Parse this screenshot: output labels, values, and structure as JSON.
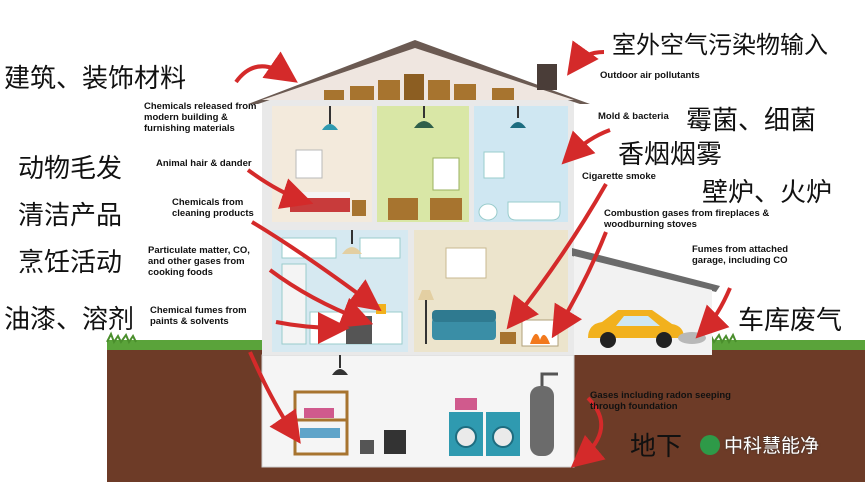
{
  "labels_cn": {
    "building": "建筑、装饰材料",
    "outdoor": "室外空气污染物输入",
    "animal": "动物毛发",
    "mold": "霉菌、细菌",
    "smoke": "香烟烟雾",
    "cleaning": "清洁产品",
    "fireplace": "壁炉、火炉",
    "cooking": "烹饪活动",
    "paint": "油漆、溶剂",
    "garage": "车库废气",
    "radon": "地下"
  },
  "labels_en": {
    "outdoor": "Outdoor air pollutants",
    "building": "Chemicals released from modern building & furnishing materials",
    "mold": "Mold & bacteria",
    "animal": "Animal hair & dander",
    "smoke": "Cigarette smoke",
    "cleaning": "Chemicals from cleaning products",
    "fireplace": "Combustion gases from fireplaces & woodburning stoves",
    "cooking": "Particulate matter, CO, and other gases from cooking foods",
    "garage": "Fumes from attached garage, including CO",
    "paint": "Chemical fumes from paints & solvents",
    "radon": "Gases including radon seeping through foundation"
  },
  "watermark": "中科慧能净",
  "colors": {
    "arrow": "#d42a2a",
    "roof": "#6b5a52",
    "soil": "#6d3b27",
    "grass": "#5aa33a",
    "wall": "#f4f4f4",
    "bathroom": "#cfe7f2",
    "green_room": "#d9e7a6",
    "kitchen": "#d6e9f1",
    "living": "#ece4cc",
    "car": "#f2b11d"
  }
}
